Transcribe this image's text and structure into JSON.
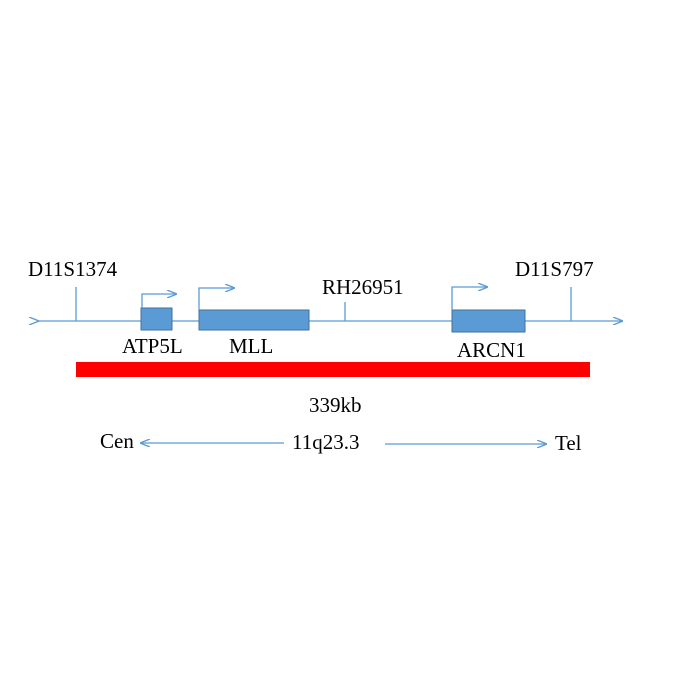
{
  "colors": {
    "line": "#5b9bd5",
    "gene_fill": "#5b9bd5",
    "gene_stroke": "#41719c",
    "region_bar": "#ff0000",
    "text": "#000000"
  },
  "markers": [
    {
      "id": "d11s1374",
      "label": "D11S1374"
    },
    {
      "id": "rh26951",
      "label": "RH26951"
    },
    {
      "id": "d11s797",
      "label": "D11S797"
    }
  ],
  "genes": [
    {
      "id": "atp5l",
      "label": "ATP5L"
    },
    {
      "id": "mll",
      "label": "MLL"
    },
    {
      "id": "arcn1",
      "label": "ARCN1"
    }
  ],
  "region": {
    "size_label": "339kb"
  },
  "orientation": {
    "left_label": "Cen",
    "center_label": "11q23.3",
    "right_label": "Tel"
  }
}
